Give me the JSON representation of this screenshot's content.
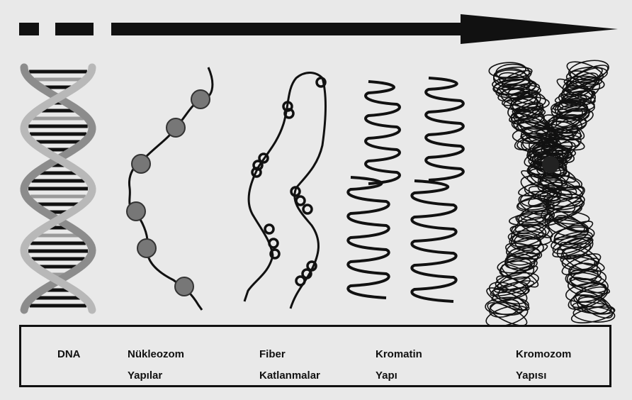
{
  "stages": [
    {
      "id": "dna",
      "line1": "DNA",
      "line2": ""
    },
    {
      "id": "nucleosome",
      "line1": "Nükleozom",
      "line2": "Yapılar"
    },
    {
      "id": "fiber",
      "line1": "Fiber",
      "line2": "Katlanmalar"
    },
    {
      "id": "chromatin",
      "line1": "Kromatin",
      "line2": "Yapı"
    },
    {
      "id": "chromosome",
      "line1": "Kromozom",
      "line2": "Yapısı"
    }
  ],
  "colors": {
    "background": "#e9e9e9",
    "ink": "#111111",
    "helix_light": "#b8b8b8",
    "helix_mid": "#8c8c8c",
    "nucleosome_fill": "#777777"
  }
}
